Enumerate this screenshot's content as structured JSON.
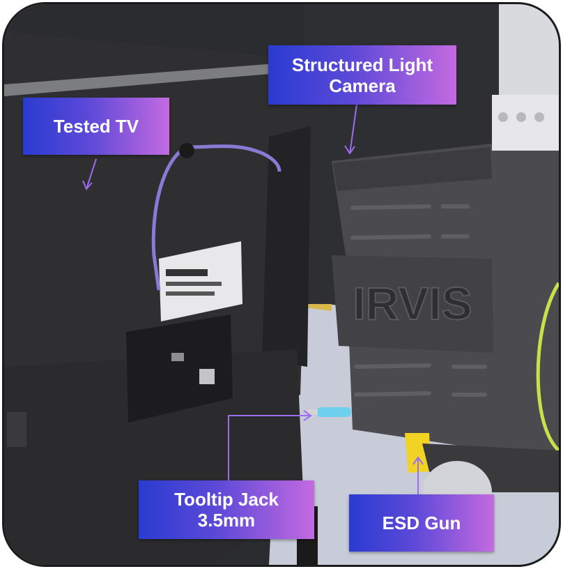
{
  "labels": {
    "tested_tv": "Tested TV",
    "camera": "Structured Light\nCamera",
    "tooltip_jack": "Tooltip Jack\n3.5mm",
    "esd_gun": "ESD Gun"
  },
  "camera_brand": "IRVIS",
  "colors": {
    "label_start": "#2a3bd1",
    "label_end": "#c46ae0",
    "pointer": "#9c6df0",
    "tv_body": "#2d2d2f",
    "camera_body": "#4b4b4f",
    "cable_green_yellow": "#c8e04a"
  }
}
